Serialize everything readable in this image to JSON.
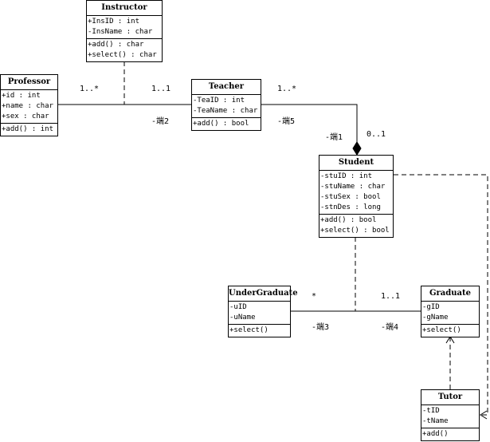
{
  "classes": {
    "instructor": {
      "name": "Instructor",
      "attributes": [
        "+InsID : int",
        "-InsName : char"
      ],
      "operations": [
        "+add() : char",
        "+select() : char"
      ]
    },
    "professor": {
      "name": "Professor",
      "attributes": [
        "+id : int",
        "+name : char",
        "+sex : char"
      ],
      "operations": [
        "+add() : int"
      ]
    },
    "teacher": {
      "name": "Teacher",
      "attributes": [
        "-TeaID : int",
        "-TeaName : char"
      ],
      "operations": [
        "+add() : bool"
      ]
    },
    "student": {
      "name": "Student",
      "attributes": [
        "-stuID : int",
        "-stuName : char",
        "-stuSex : bool",
        "-stnDes : long"
      ],
      "operations": [
        "+add() : bool",
        "+select() : bool"
      ]
    },
    "undergraduate": {
      "name": "UnderGraduate",
      "attributes": [
        "-uID",
        "-uName"
      ],
      "operations": [
        "+select()"
      ]
    },
    "graduate": {
      "name": "Graduate",
      "attributes": [
        "-gID",
        "-gName"
      ],
      "operations": [
        "+select()"
      ]
    },
    "tutor": {
      "name": "Tutor",
      "attributes": [
        "-tID",
        "-tName"
      ],
      "operations": [
        "+add()"
      ]
    }
  },
  "labels": {
    "prof_mult": "1..*",
    "teacher_left_mult": "1..1",
    "end2": "-端2",
    "teacher_right_mult": "1..*",
    "end5": "-端5",
    "end1": "-端1",
    "student_top_mult": "0..1",
    "ug_mult": "*",
    "grad_mult": "1..1",
    "end3": "-端3",
    "end4": "-端4"
  }
}
